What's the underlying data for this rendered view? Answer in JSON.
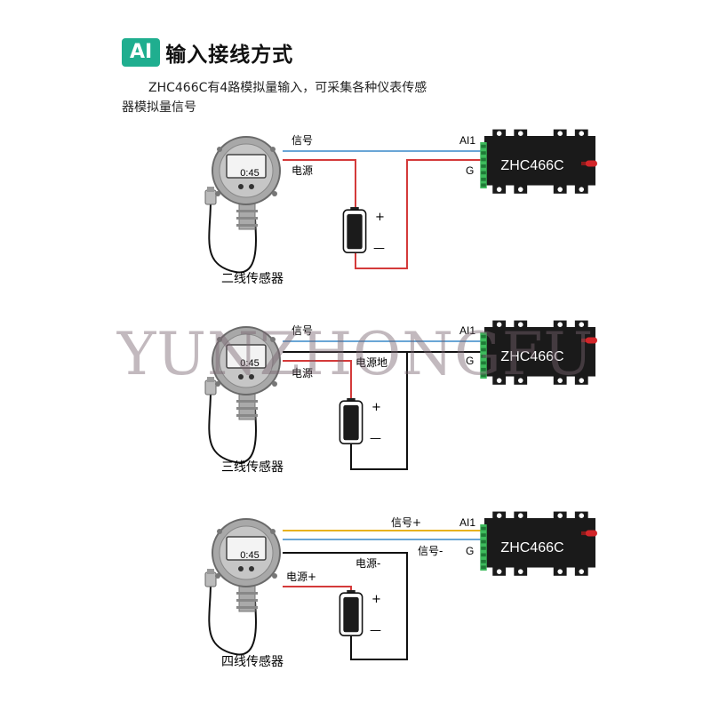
{
  "header": {
    "badge": "AI",
    "title": "输入接线方式"
  },
  "description": {
    "line1": "ZHC466C有4路模拟量输入，可采集各种仪表传感",
    "line2": "器模拟量信号"
  },
  "device_model": "ZHC466C",
  "transmitter_display": "0:45",
  "diagrams": [
    {
      "caption": "二线传感器",
      "labels": {
        "signal": "信号",
        "power": "电源",
        "terminal_ai": "AI1",
        "terminal_g": "G",
        "plus": "+",
        "minus": "—"
      }
    },
    {
      "caption": "三线传感器",
      "labels": {
        "signal": "信号",
        "power": "电源",
        "power_ground": "电源地",
        "terminal_ai": "AI1",
        "terminal_g": "G",
        "plus": "+",
        "minus": "—"
      }
    },
    {
      "caption": "四线传感器",
      "labels": {
        "signal_plus": "信号+",
        "signal_minus": "信号-",
        "power_minus": "电源-",
        "power_plus": "电源+",
        "terminal_ai": "AI1",
        "terminal_g": "G",
        "plus": "+",
        "minus": "—"
      }
    }
  ],
  "watermark": "YUNZHONGFU",
  "colors": {
    "accent": "#1fae8f",
    "signal_wire": "#6aa6d6",
    "power_wire": "#d43a3a",
    "black_wire": "#111111",
    "yellow_wire": "#e8b21e",
    "terminal_green": "#3dbb5c",
    "antenna_red": "#d2262a",
    "device_body": "#1a1a1a"
  }
}
